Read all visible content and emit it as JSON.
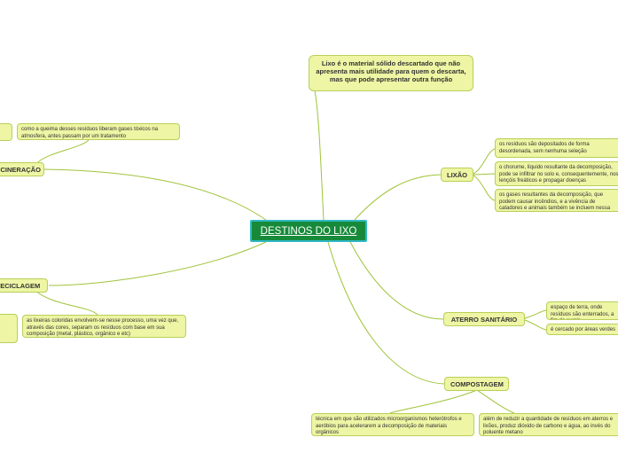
{
  "root": "DESTINOS DO LIXO",
  "definition": "Lixo é o material sólido descartado que não apresenta mais utilidade para quem o descarta, mas que pode apresentar outra função",
  "incineracao": {
    "label": "INCINERAÇÃO",
    "details": [
      "como a queima desses resíduos liberam gases tóxicos na atmosfera, antes passam por um tratamento"
    ]
  },
  "reciclagem": {
    "label": "RECICLAGEM",
    "details": [
      "as lixeiras coloridas envolvem-se nesse processo, uma vez que, através das cores, separam os resíduos com base em sua composição (metal, plástico, orgânico e etc)"
    ]
  },
  "lixao": {
    "label": "LIXÃO",
    "details": [
      "os resíduos são depositados de forma desordenada, sem nenhuma seleção",
      "o chorume, líquido resultante da decomposição, pode se infiltrar no solo e, consequentemente, nos lençóis freáticos e propagar doenças",
      "os gases resultantes da decomposição, que podem causar incêndios, e a vivência de catadores e animais também se incluem nessa problemática"
    ]
  },
  "aterro": {
    "label": "ATERRO SANITÁRIO",
    "details": [
      "espaço de terra, onde resíduos são enterrados, a fim de surgir",
      "é cercado por áreas verdes"
    ]
  },
  "compostagem": {
    "label": "COMPOSTAGEM",
    "details": [
      "técnica em que são utilizados microorganismos heterótrofos e aeróbios para acelerarem a decomposição de materiais orgânicos",
      "além de reduzir a quantidade de resíduos em aterros e lixões, produz dióxido de carbono e água, ao invés do poluente metano"
    ]
  },
  "colors": {
    "node_fill": "#eef5a4",
    "node_border": "#b9cf5a",
    "link": "#9fc43a",
    "root_fill": "#178a3a",
    "root_border": "#30b9c6"
  }
}
